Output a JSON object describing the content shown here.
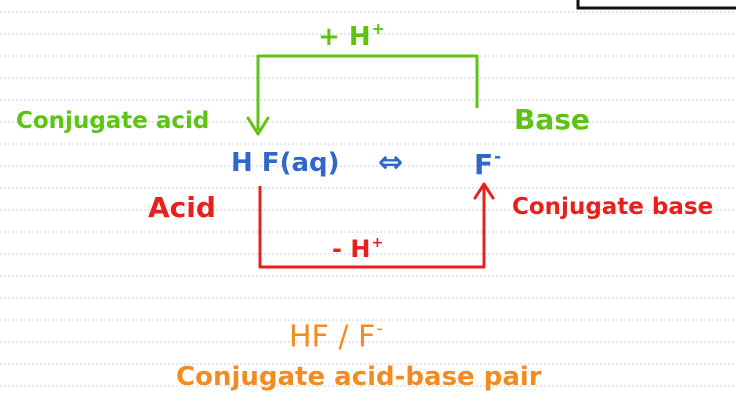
{
  "diagram": {
    "top_label": {
      "text": "+ H",
      "sup": "+"
    },
    "bottom_label": {
      "text": "- H",
      "sup": "+"
    },
    "conjugate_acid_label": "Conjugate acid",
    "base_label": "Base",
    "acid_label": "Acid",
    "conjugate_base_label": "Conjugate base",
    "left_species": "H F(aq)",
    "equilibrium_symbol": "⇔",
    "right_species": {
      "text": "F",
      "sup": "-"
    },
    "pair_formula": {
      "left": "HF / F",
      "sup": "-"
    },
    "pair_caption": "Conjugate acid-base pair",
    "colors": {
      "green": "#5ec414",
      "blue": "#2f68c9",
      "red": "#e8201c",
      "orange": "#f28c1e",
      "ruled_lines": "#c9cde6"
    }
  }
}
